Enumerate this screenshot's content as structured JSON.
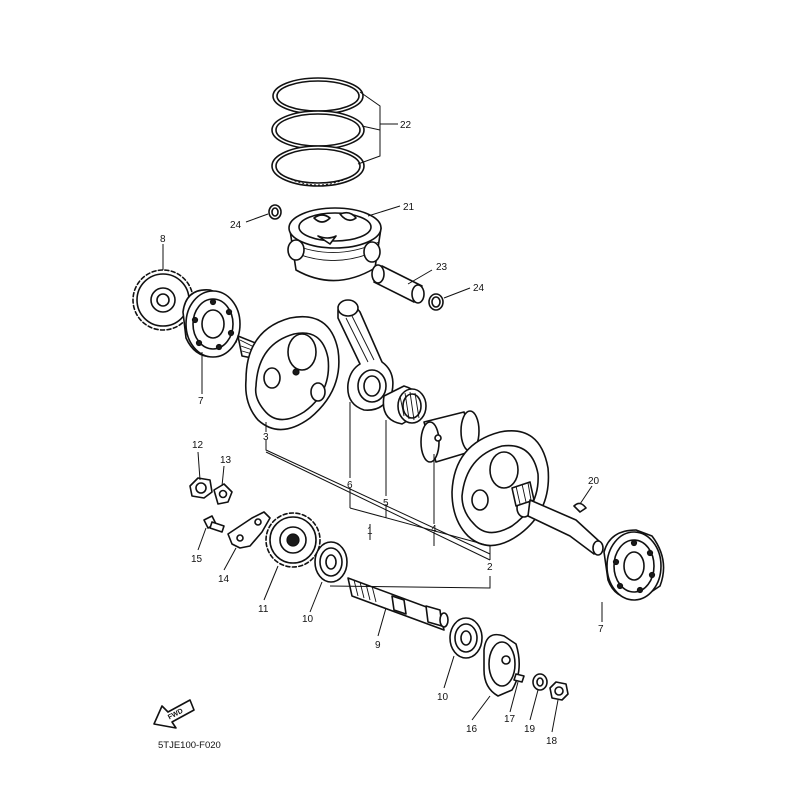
{
  "diagram": {
    "code": "5TJE100-F020",
    "fwd_label": "FWD",
    "callouts": {
      "c1": "1",
      "c2": "2",
      "c3": "3",
      "c4": "4",
      "c5": "5",
      "c6": "6",
      "c7a": "7",
      "c7b": "7",
      "c8": "8",
      "c9": "9",
      "c10a": "10",
      "c10b": "10",
      "c11": "11",
      "c12": "12",
      "c13": "13",
      "c14": "14",
      "c15": "15",
      "c16": "16",
      "c17": "17",
      "c18": "18",
      "c19": "19",
      "c20": "20",
      "c21": "21",
      "c22": "22",
      "c23": "23",
      "c24a": "24",
      "c24b": "24"
    }
  }
}
